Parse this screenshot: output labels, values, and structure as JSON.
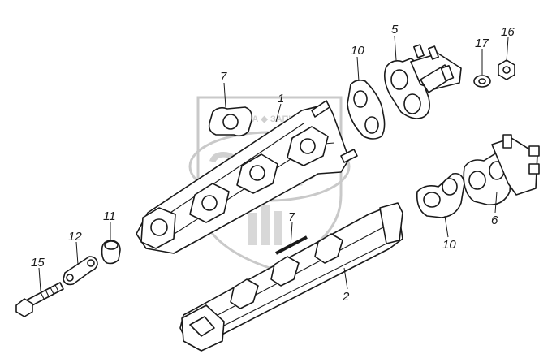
{
  "watermark": {
    "logo_text": "ЭЛФ",
    "arc_text": "ЛАВКА ◆ ЗАПЧАСТЕЙ"
  },
  "callouts": {
    "c1": "1",
    "c2": "2",
    "c5": "5",
    "c6": "6",
    "c7a": "7",
    "c7b": "7",
    "c10a": "10",
    "c10b": "10",
    "c11": "11",
    "c12": "12",
    "c15": "15",
    "c16": "16",
    "c17": "17"
  }
}
